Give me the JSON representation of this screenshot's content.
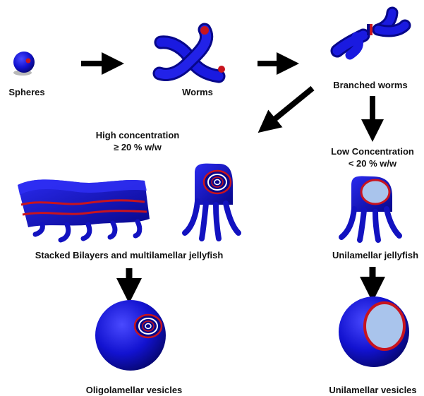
{
  "labels": {
    "spheres": "Spheres",
    "worms": "Worms",
    "branched_worms": "Branched worms",
    "high_concentration_line1": "High concentration",
    "high_concentration_line2": "≥ 20 % w/w",
    "low_concentration_line1": "Low Concentration",
    "low_concentration_line2": "< 20 % w/w",
    "stacked_bilayers": "Stacked Bilayers and multilamellar jellyfish",
    "unilamellar_jellyfish": "Unilamellar jellyfish",
    "oligolamellar_vesicles": "Oligolamellar vesicles",
    "unilamellar_vesicles": "Unilamellar vesicles"
  },
  "colors": {
    "polymer_blue": "#1414d6",
    "polymer_dark": "#050560",
    "core_red": "#c8141e",
    "lumen_light": "#a9c4ec",
    "arrow": "#000000",
    "text": "#111111"
  }
}
